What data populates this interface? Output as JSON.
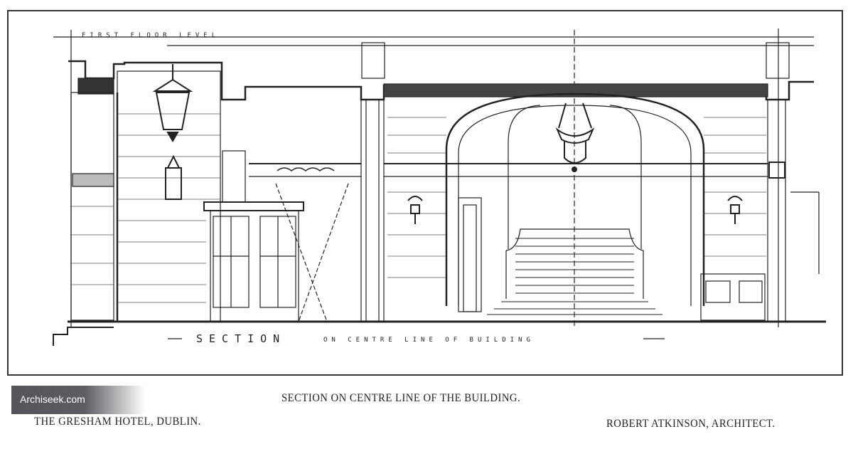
{
  "drawing": {
    "first_floor_label": "FIRST FLOOR LEVEL",
    "section_title": "SECTION",
    "section_subtitle": "ON CENTRE LINE OF BUILDING"
  },
  "caption": {
    "title": "SECTION ON CENTRE LINE OF THE BUILDING.",
    "building": "THE GRESHAM HOTEL, DUBLIN.",
    "architect": "ROBERT ATKINSON, ARCHITECT."
  },
  "watermark": "Archiseek.com"
}
